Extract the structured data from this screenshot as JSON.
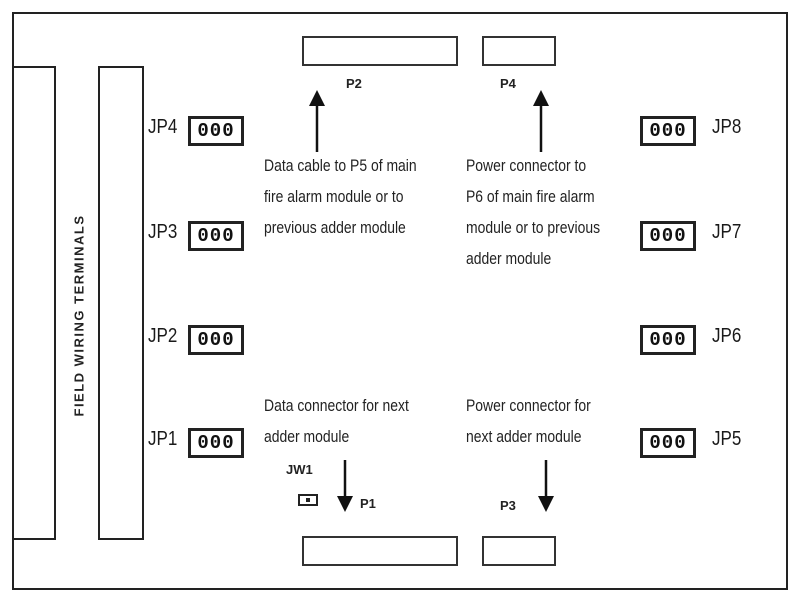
{
  "side_label": "FIELD WIRING TERMINALS",
  "connectors": {
    "p2": "P2",
    "p4": "P4",
    "p1": "P1",
    "p3": "P3",
    "jw1": "JW1"
  },
  "jumpers": {
    "pins": "000",
    "jp1": "JP1",
    "jp2": "JP2",
    "jp3": "JP3",
    "jp4": "JP4",
    "jp5": "JP5",
    "jp6": "JP6",
    "jp7": "JP7",
    "jp8": "JP8"
  },
  "notes": {
    "data_cable": [
      "Data cable to P5 of main",
      "fire alarm module or to",
      "previous adder module"
    ],
    "power_connector_in": [
      "Power connector to",
      "P6 of main fire alarm",
      "module or to previous",
      "adder module"
    ],
    "data_connector_next": [
      "Data connector for next",
      "adder module"
    ],
    "power_connector_next": [
      "Power connector for",
      "next adder module"
    ]
  }
}
